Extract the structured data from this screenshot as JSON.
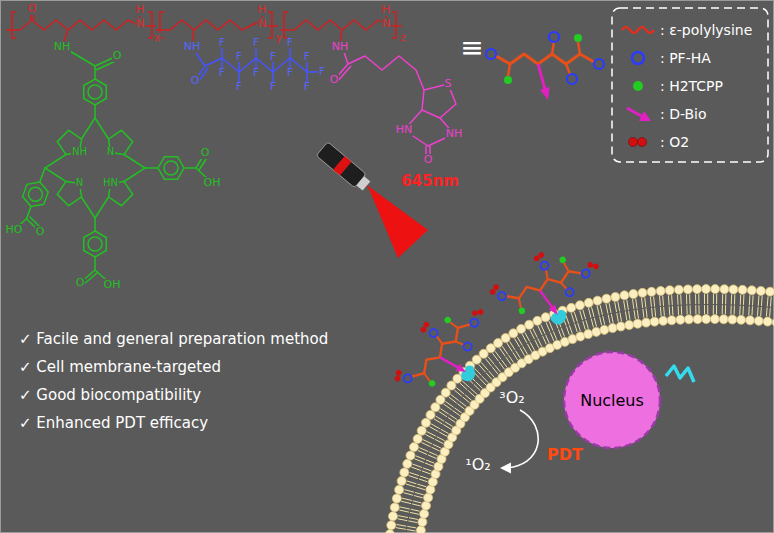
{
  "diagram": {
    "nodes": [
      {
        "text": [
          "Nucleus"
        ]
      }
    ],
    "labels": [
      "O",
      "H",
      "N",
      "x",
      "H",
      "N",
      "y",
      "H",
      "N",
      "z",
      "NH",
      "O",
      "NH",
      "N",
      "N",
      "HN",
      "O",
      "OH",
      "O",
      "OH",
      "HO",
      "O",
      "NH",
      "O",
      "F",
      "F",
      "F",
      "F",
      "F",
      "F",
      "F",
      "F",
      "F",
      "F",
      "F",
      "F",
      "F",
      "NH",
      "O",
      "S",
      "HN",
      "NH",
      "O",
      "≡",
      "645nm",
      "✓ Facile and general preparation method",
      "✓ Cell membrane-targeted",
      "✓ Good biocompatibility",
      "✓ Enhanced PDT efficacy",
      "³O₂",
      "PDT",
      "¹O₂"
    ],
    "legend": [
      {
        "text": ": ε-polylysine"
      },
      {
        "text": ": PF-HA"
      },
      {
        "text": ": H2TCPP"
      },
      {
        "text": ": D-Bio"
      },
      {
        "text": ": O2"
      }
    ]
  }
}
